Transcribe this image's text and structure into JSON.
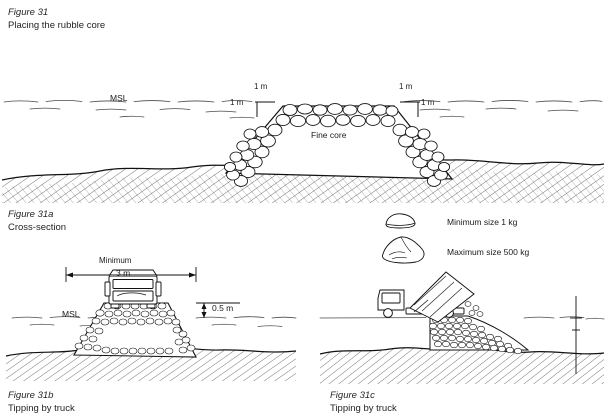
{
  "figure": {
    "number": "Figure 31",
    "title": "Placing the rubble core"
  },
  "panels": [
    {
      "id": "cross-section",
      "number": "Figure 31a",
      "title": "Cross-section",
      "labels": {
        "water_level": "MSL",
        "core": "Fine core",
        "slope_left_horizontal": "1 m",
        "slope_left_vertical": "1 m",
        "slope_right_horizontal": "1 m",
        "slope_right_vertical": "1 m"
      }
    },
    {
      "id": "tipping-front",
      "number": "Figure 31b",
      "title": "Tipping by truck",
      "labels": {
        "width_caption": "Minimum",
        "width_value": "3 m",
        "water_level": "MSL",
        "freeboard": "0.5 m"
      }
    },
    {
      "id": "tipping-side",
      "number": "Figure 31c",
      "title": "Tipping by truck",
      "labels": {}
    }
  ],
  "legend": {
    "items": [
      {
        "icon": "small-stone-icon",
        "label": "Minimum size 1 kg"
      },
      {
        "icon": "large-stone-icon",
        "label": "Maximum size 500 kg"
      }
    ]
  },
  "colors": {
    "ink": "#1a1a1a",
    "line": "#111111",
    "hatch": "#333333",
    "water": "#555555",
    "paper": "#ffffff"
  }
}
